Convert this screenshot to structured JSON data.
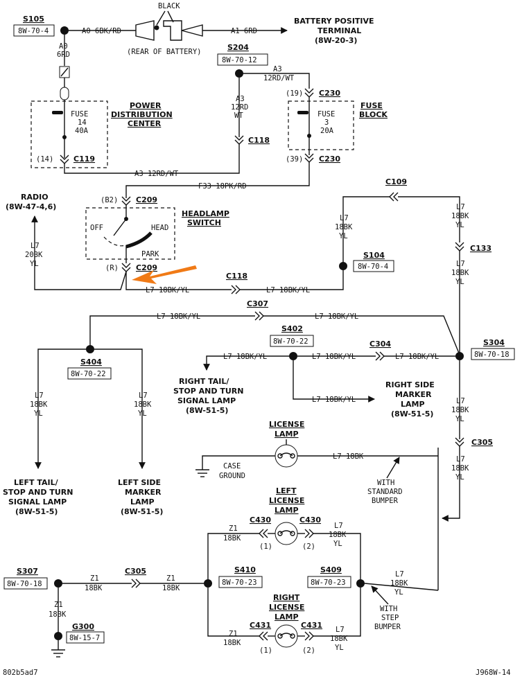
{
  "colors": {
    "ink": "#111111",
    "accent_arrow": "#f07a16"
  },
  "top": {
    "s105": "S105",
    "s105_ref": "8W-70-4",
    "a0_right": "A0 6BK/RD",
    "a0_v1": "A0",
    "a0_v2": "6RD",
    "black": "BLACK",
    "rear_battery": "(REAR OF BATTERY)",
    "a1": "A1 6RD",
    "batt1": "BATTERY POSITIVE",
    "batt2": "TERMINAL",
    "batt3": "(8W-20-3)",
    "s204": "S204",
    "s204_ref": "8W-70-12",
    "a3_top1": "A3",
    "a3_top2": "12RD/WT",
    "a3_v1": "A3",
    "a3_v2": "12RD",
    "a3_v3": "WT",
    "c118a": "C118"
  },
  "pdc": {
    "title1": "POWER",
    "title2": "DISTRIBUTION",
    "title3": "CENTER",
    "fuse": "FUSE",
    "fuse_num": "14",
    "fuse_amp": "40A",
    "pin": "(14)",
    "conn": "C119",
    "a3_bottom": "A3 12RD/WT"
  },
  "fuseblock": {
    "title1": "FUSE",
    "title2": "BLOCK",
    "pin_top": "(19)",
    "conn_top": "C230",
    "fuse": "FUSE",
    "fuse_num": "3",
    "fuse_amp": "20A",
    "pin_bot": "(39)",
    "conn_bot": "C230"
  },
  "switch": {
    "f33": "F33 18PK/RD",
    "b2": "(B2)",
    "c209": "C209",
    "title1": "HEADLAMP",
    "title2": "SWITCH",
    "off": "OFF",
    "head": "HEAD",
    "park": "PARK",
    "r": "(R)",
    "c209b": "C209"
  },
  "radio": {
    "title": "RADIO",
    "ref": "(8W-47-4,6)",
    "w1": "L7",
    "w2": "20BK",
    "w3": "YL"
  },
  "mid": {
    "l7_a": "L7 18BK/YL",
    "c118": "C118",
    "l7_b": "L7 18BK/YL",
    "c109": "C109",
    "l7v1": "L7",
    "l7v2": "18BK",
    "l7v3": "YL",
    "s104": "S104",
    "s104_ref": "8W-70-4",
    "r1": "L7",
    "r2": "18BK",
    "r3": "YL",
    "c133": "C133",
    "r4": "L7",
    "r5": "18BK",
    "r6": "YL",
    "c307": "C307",
    "l7_c": "L7 18BK/YL",
    "l7_d": "L7 18BK/YL",
    "s304": "S304",
    "s304_ref": "8W-70-18"
  },
  "s402": {
    "label": "S402",
    "ref": "8W-70-22",
    "l7_left": "L7 18BK/YL",
    "l7_mid": "L7 18BK/YL",
    "c304": "C304",
    "l7_right": "L7 18BK/YL",
    "rt1": "RIGHT TAIL/",
    "rt2": "STOP AND TURN",
    "rt3": "SIGNAL LAMP",
    "rt4": "(8W-51-5)",
    "l7_down": "L7 18BK/YL",
    "rs1": "RIGHT SIDE",
    "rs2": "MARKER",
    "rs3": "LAMP",
    "rs4": "(8W-51-5)"
  },
  "s404": {
    "label": "S404",
    "ref": "8W-70-22",
    "a1": "L7",
    "a2": "18BK",
    "a3": "YL",
    "b1": "L7",
    "b2": "18BK",
    "b3": "YL",
    "lt1": "LEFT TAIL/",
    "lt2": "STOP AND TURN",
    "lt3": "SIGNAL LAMP",
    "lt4": "(8W-51-5)",
    "ls1": "LEFT SIDE",
    "ls2": "MARKER",
    "ls3": "LAMP",
    "ls4": "(8W-51-5)"
  },
  "right_col": {
    "a1": "L7",
    "a2": "18BK",
    "a3": "YL",
    "c305": "C305",
    "b1": "L7",
    "b2": "18BK",
    "b3": "YL"
  },
  "license": {
    "title1": "LICENSE",
    "title2": "LAMP",
    "case1": "CASE",
    "case2": "GROUND",
    "l7": "L7 18BK",
    "std1": "WITH",
    "std2": "STANDARD",
    "std3": "BUMPER",
    "step1": "WITH",
    "step2": "STEP",
    "step3": "BUMPER"
  },
  "left_license": {
    "title1": "LEFT",
    "title2": "LICENSE",
    "title3": "LAMP",
    "c430a": "C430",
    "c430b": "C430",
    "z1": "Z1",
    "z2": "18BK",
    "p1": "(1)",
    "p2": "(2)",
    "r1": "L7",
    "r2": "18BK",
    "r3": "YL"
  },
  "right_license": {
    "title1": "RIGHT",
    "title2": "LICENSE",
    "title3": "LAMP",
    "c431a": "C431",
    "c431b": "C431",
    "z1": "Z1",
    "z2": "18BK",
    "p1": "(1)",
    "p2": "(2)",
    "r1": "L7",
    "r2": "18BK",
    "r3": "YL"
  },
  "bottom": {
    "s307": "S307",
    "s307_ref": "8W-70-18",
    "z1a": "Z1",
    "z1b": "18BK",
    "c305": "C305",
    "z2a": "Z1",
    "z2b": "18BK",
    "s410": "S410",
    "s410_ref": "8W-70-23",
    "s409": "S409",
    "s409_ref": "8W-70-23",
    "l7a": "L7",
    "l7b": "18BK",
    "l7c": "YL",
    "zv1": "Z1",
    "zv2": "18BK",
    "g300": "G300",
    "g300_ref": "8W-15-7",
    "code_left": "802b5ad7",
    "code_right": "J968W-14"
  }
}
